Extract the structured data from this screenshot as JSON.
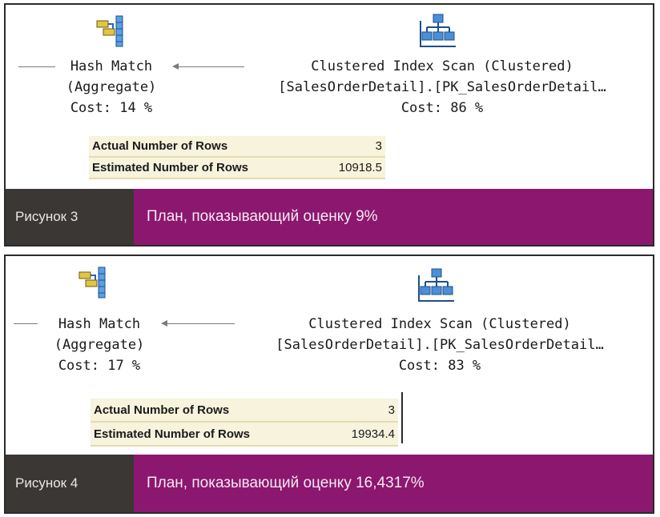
{
  "figures": [
    {
      "hash_match": {
        "title": "Hash Match",
        "subtitle": "(Aggregate)",
        "cost": "Cost: 14 %"
      },
      "index_scan": {
        "title": "Clustered Index Scan (Clustered)",
        "object": "[SalesOrderDetail].[PK_SalesOrderDetail…",
        "cost": "Cost: 86 %"
      },
      "tooltip": [
        {
          "label": "Actual Number of Rows",
          "value": "3"
        },
        {
          "label": "Estimated Number of Rows",
          "value": "10918.5"
        }
      ],
      "caption": {
        "label": "Рисунок 3",
        "text": "План, показывающий оценку 9%"
      }
    },
    {
      "hash_match": {
        "title": "Hash Match",
        "subtitle": "(Aggregate)",
        "cost": "Cost: 17 %"
      },
      "index_scan": {
        "title": "Clustered Index Scan (Clustered)",
        "object": "[SalesOrderDetail].[PK_SalesOrderDetail…",
        "cost": "Cost: 83 %"
      },
      "tooltip": [
        {
          "label": "Actual Number of Rows",
          "value": "3"
        },
        {
          "label": "Estimated Number of Rows",
          "value": "19934.4"
        }
      ],
      "caption": {
        "label": "Рисунок 4",
        "text": "План, показывающий оценку 16,4317%"
      }
    }
  ],
  "colors": {
    "caption_accent": "#8c176f",
    "caption_dark": "#3a3735",
    "tooltip_bg": "#f7f3dc"
  },
  "icons": [
    "hash-match-icon",
    "clustered-index-scan-icon"
  ]
}
